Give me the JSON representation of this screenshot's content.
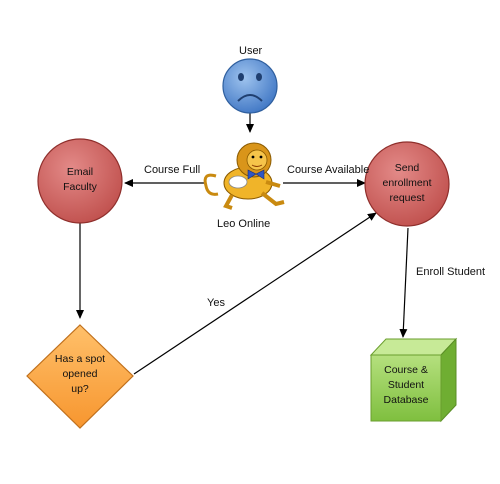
{
  "nodes": {
    "user": {
      "label": "User",
      "shape": "sad-face-circle",
      "color": "#4f81bd"
    },
    "leo_online": {
      "label": "Leo Online",
      "shape": "lion-mascot-image"
    },
    "email_faculty": {
      "line1": "Email",
      "line2": "Faculty",
      "shape": "circle",
      "color": "#c0504d"
    },
    "send_enrollment": {
      "line1": "Send",
      "line2": "enrollment",
      "line3": "request",
      "shape": "circle",
      "color": "#c0504d"
    },
    "has_spot": {
      "line1": "Has a spot",
      "line2": "opened",
      "line3": "up?",
      "shape": "diamond",
      "color": "#f79646"
    },
    "database": {
      "line1": "Course &",
      "line2": "Student",
      "line3": "Database",
      "shape": "cube",
      "color": "#9bd15a"
    }
  },
  "edges": {
    "course_full": "Course Full",
    "course_available": "Course Available",
    "enroll_student": "Enroll Student",
    "yes": "Yes"
  }
}
